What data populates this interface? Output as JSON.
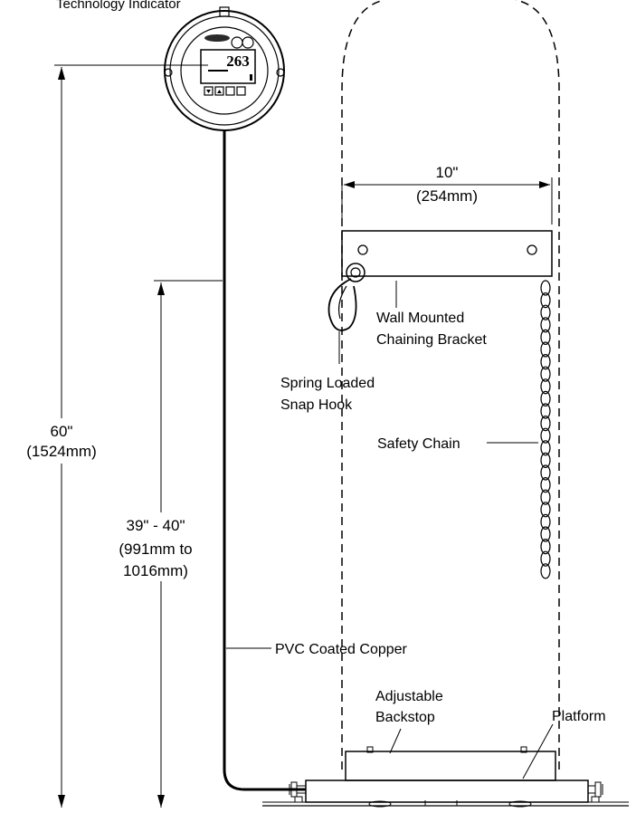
{
  "labels": {
    "indicator": "Technology Indicator",
    "display_reading": "263",
    "width_dim": "10\"",
    "width_dim_mm": "(254mm)",
    "bracket_line1": "Wall Mounted",
    "bracket_line2": "Chaining Bracket",
    "hook_line1": "Spring Loaded",
    "hook_line2": "Snap Hook",
    "chain": "Safety Chain",
    "total_height": "60\"",
    "total_height_mm": "(1524mm)",
    "platform_height": "39\" - 40\"",
    "platform_height_mm1": "(991mm to",
    "platform_height_mm2": "1016mm)",
    "cable": "PVC Coated Copper",
    "backstop_line1": "Adjustable",
    "backstop_line2": "Backstop",
    "platform": "Platform"
  }
}
